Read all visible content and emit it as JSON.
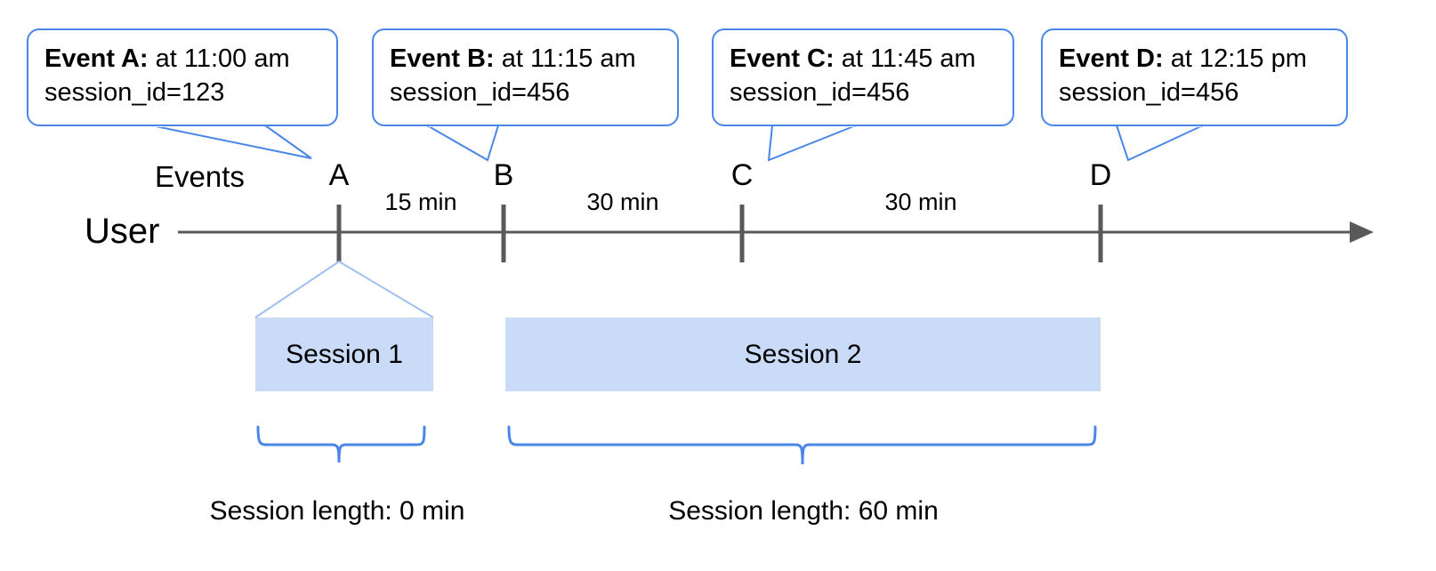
{
  "diagram": {
    "title_row_labels": {
      "events": "Events",
      "user": "User"
    },
    "accent_color": "#4a86e8",
    "session_fill_color": "#c9dbf7",
    "timeline_color": "#595959"
  },
  "callouts": [
    {
      "name": "event-a",
      "bold": "Event A:",
      "rest": " at 11:00 am",
      "line2": "session_id=123"
    },
    {
      "name": "event-b",
      "bold": "Event B:",
      "rest": " at 11:15 am",
      "line2": "session_id=456"
    },
    {
      "name": "event-c",
      "bold": "Event C:",
      "rest": " at 11:45 am",
      "line2": "session_id=456"
    },
    {
      "name": "event-d",
      "bold": "Event D:",
      "rest": " at 12:15 pm",
      "line2": "session_id=456"
    }
  ],
  "events": [
    {
      "label": "A",
      "time": "11:00 am",
      "session_id": "123"
    },
    {
      "label": "B",
      "time": "11:15 am",
      "session_id": "456"
    },
    {
      "label": "C",
      "time": "11:45 am",
      "session_id": "456"
    },
    {
      "label": "D",
      "time": "12:15 pm",
      "session_id": "456"
    }
  ],
  "gaps": [
    {
      "label": "15 min",
      "from": "A",
      "to": "B"
    },
    {
      "label": "30 min",
      "from": "B",
      "to": "C"
    },
    {
      "label": "30 min",
      "from": "C",
      "to": "D"
    }
  ],
  "sessions": [
    {
      "label": "Session 1",
      "length_label": "Session length: 0 min",
      "events": [
        "A"
      ]
    },
    {
      "label": "Session 2",
      "length_label": "Session length: 60 min",
      "events": [
        "B",
        "C",
        "D"
      ]
    }
  ]
}
